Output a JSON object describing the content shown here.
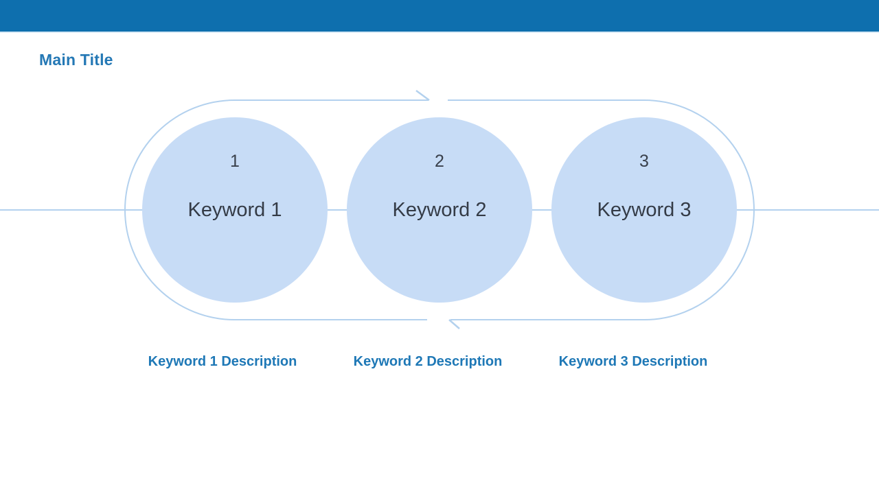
{
  "title": "Main Title",
  "colors": {
    "header_bar": "#0e6fae",
    "title_text": "#2478b5",
    "circle_fill": "#c7dcf6",
    "loop_line": "#b3d1ee",
    "step_number_text": "#39404b",
    "keyword_text": "#343b46",
    "description_text": "#1e78b6"
  },
  "diagram": {
    "steps": [
      {
        "number": "1",
        "keyword": "Keyword 1",
        "description": "Keyword 1 Description"
      },
      {
        "number": "2",
        "keyword": "Keyword 2",
        "description": "Keyword 2 Description"
      },
      {
        "number": "3",
        "keyword": "Keyword 3",
        "description": "Keyword 3 Description"
      }
    ]
  }
}
